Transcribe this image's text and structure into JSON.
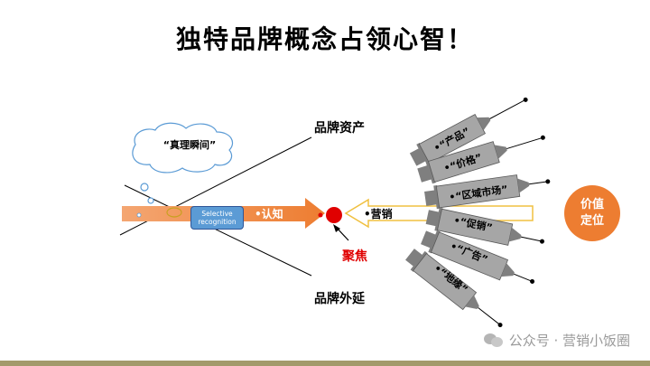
{
  "title": "独特品牌概念占领心智！",
  "labels": {
    "brand_assets": "品牌资产",
    "brand_extension": "品牌外延",
    "cognition": "•认知",
    "marketing": "•营销",
    "focus": "聚焦",
    "value_position": "价值定位",
    "cloud": "“真理瞬间”",
    "selective_line1": "Selective",
    "selective_line2": "recognition"
  },
  "tools": [
    {
      "label": "•“产品”"
    },
    {
      "label": "•“价格”"
    },
    {
      "label": "•“区域市场”"
    },
    {
      "label": "•“促销”"
    },
    {
      "label": "•“广告”"
    },
    {
      "label": "•“地缘”"
    }
  ],
  "watermark": "公众号 · 营销小饭圈",
  "colors": {
    "orange": "#ed7d31",
    "red": "#e00000",
    "syringe_gray": "#7f7f7f",
    "selective_blue": "#5b9bd5",
    "bar_olive": "#a39a6b"
  }
}
